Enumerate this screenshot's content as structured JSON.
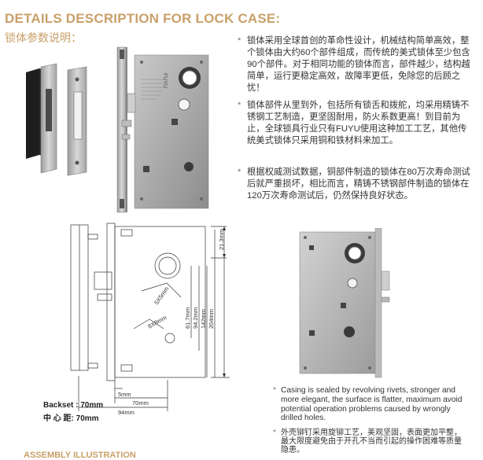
{
  "header": {
    "title_en": "DETAILS DESCRIPTION FOR LOCK CASE:",
    "title_cn": "锁体参数说明："
  },
  "description_cn": [
    "锁体采用全球首创的革命性设计，机械结构简单高效，整个锁体由大约60个部件组成，而传统的美式锁体至少包含90个部件。对于相同功能的锁体而言，部件越少，结构越简单，运行更稳定高效，故障率更低，免除您的后顾之忧！",
    "锁体部件从里到外，包括所有锁舌和拨舵，均采用精铸不锈钢工艺制造，更坚固耐用，防火系数更高！到目前为止，全球锁具行业只有FUYU使用这种加工工艺，其他传统美式锁体只采用铜和铁材料来加工。",
    "根据权威测试数据，铜部件制造的锁体在80万次寿命测试后就严重损坏，相比而言，精铸不锈钢部件制造的锁体在120万次寿命测试后，仍然保持良好状态。"
  ],
  "description_en": "Casing is sealed by revolving rivets, stronger and more elegant, the surface is flatter, maximum avoid potential operation problems caused by wrongly drilled holes.",
  "description_cn_bottom": "外壳铆钉采用旋铆工艺，美观坚固，表面更加平整，最大限度避免由于开孔不当而引起的操作困难等质量隐患。",
  "product_brand_mark": "FUYU",
  "dimensions": {
    "d1": "21.3mm",
    "d2": "5X5mm",
    "d3": "61.7mm",
    "d4": "94.2mm",
    "d5": "142mm",
    "d6": "204mm",
    "d7": "8X8mm",
    "d8": "5mm",
    "d9": "70mm",
    "d10": "94mm"
  },
  "specs": {
    "backset": "Backset : 70mm",
    "center_distance": "中 心 距: 70mm"
  },
  "footer_partial": "ASSEMBLY ILLUSTRATION"
}
